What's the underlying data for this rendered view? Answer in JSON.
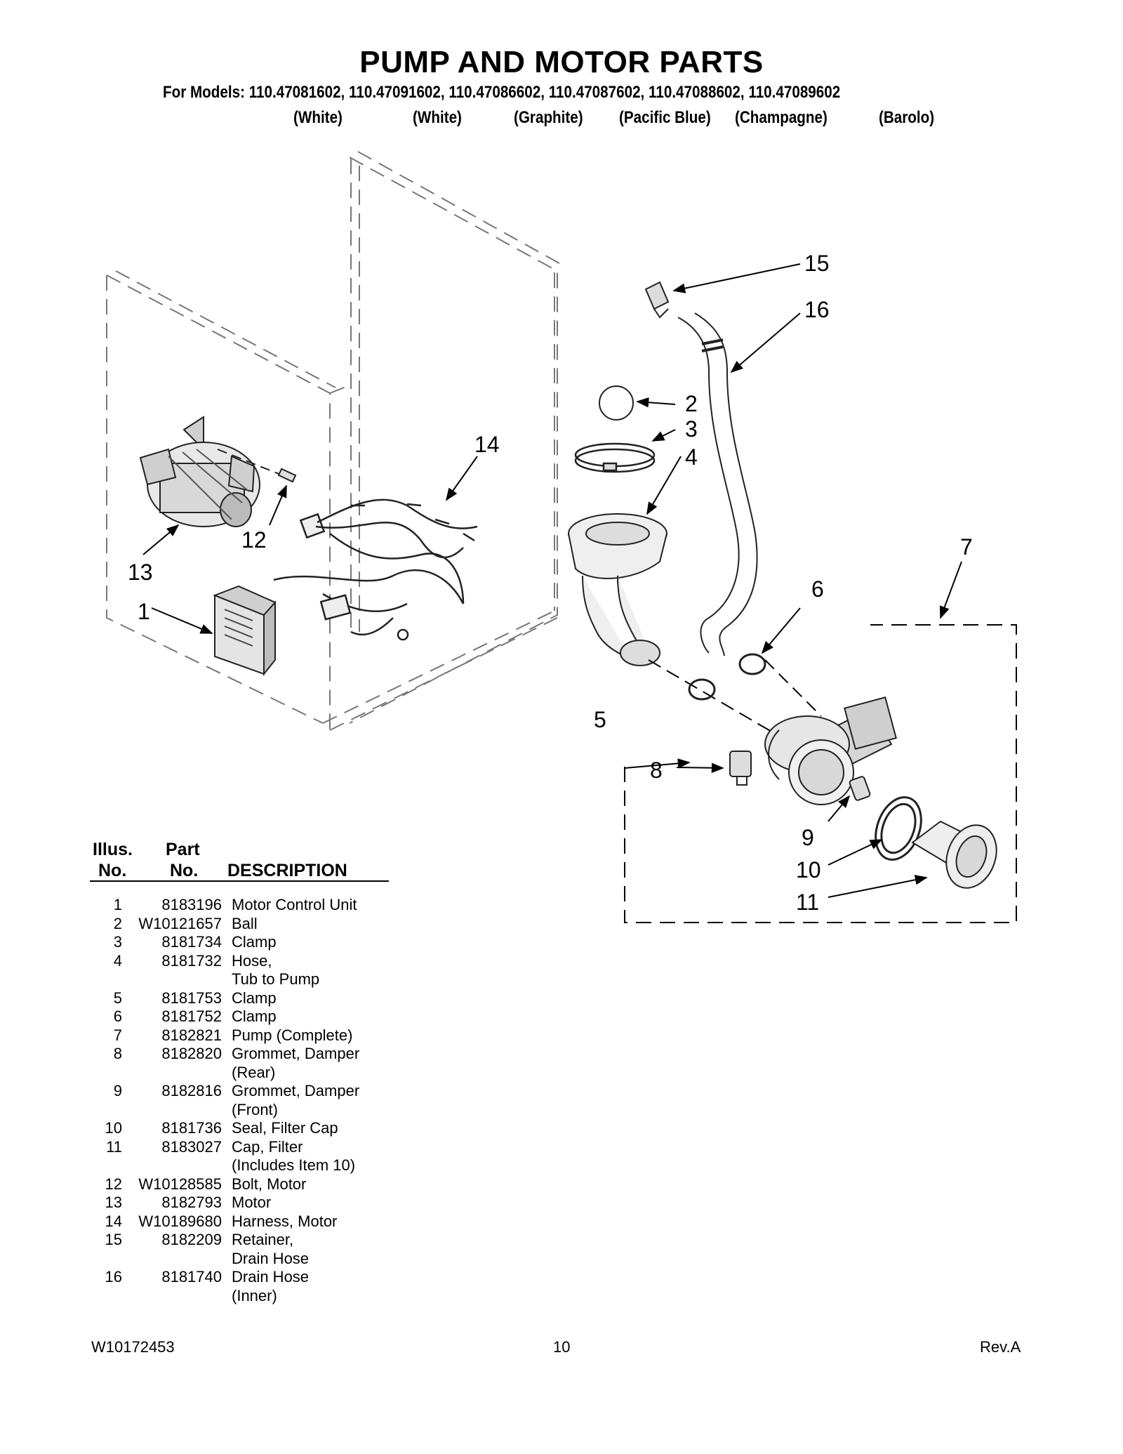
{
  "header": {
    "title": "PUMP AND MOTOR PARTS",
    "models_line": "For Models: 110.47081602, 110.47091602, 110.47086602, 110.47087602, 110.47088602, 110.47089602",
    "colors": [
      "(White)",
      "(White)",
      "(Graphite)",
      "(Pacific Blue)",
      "(Champagne)",
      "(Barolo)"
    ]
  },
  "callouts": [
    "1",
    "2",
    "3",
    "4",
    "5",
    "6",
    "7",
    "8",
    "9",
    "10",
    "11",
    "12",
    "13",
    "14",
    "15",
    "16"
  ],
  "table": {
    "headers": {
      "illus_top": "Illus.",
      "illus_bottom": "No.",
      "part_top": "Part",
      "part_bottom": "No.",
      "description": "DESCRIPTION"
    },
    "rows": [
      {
        "no": "1",
        "part": "8183196",
        "desc": [
          "Motor Control Unit"
        ]
      },
      {
        "no": "2",
        "part": "W10121657",
        "desc": [
          "Ball"
        ]
      },
      {
        "no": "3",
        "part": "8181734",
        "desc": [
          "Clamp"
        ]
      },
      {
        "no": "4",
        "part": "8181732",
        "desc": [
          "Hose,",
          "Tub to Pump"
        ]
      },
      {
        "no": "5",
        "part": "8181753",
        "desc": [
          "Clamp"
        ]
      },
      {
        "no": "6",
        "part": "8181752",
        "desc": [
          "Clamp"
        ]
      },
      {
        "no": "7",
        "part": "8182821",
        "desc": [
          "Pump (Complete)"
        ]
      },
      {
        "no": "8",
        "part": "8182820",
        "desc": [
          "Grommet, Damper",
          "(Rear)"
        ]
      },
      {
        "no": "9",
        "part": "8182816",
        "desc": [
          "Grommet, Damper",
          "(Front)"
        ]
      },
      {
        "no": "10",
        "part": "8181736",
        "desc": [
          "Seal, Filter Cap"
        ]
      },
      {
        "no": "11",
        "part": "8183027",
        "desc": [
          "Cap, Filter",
          "(Includes Item 10)"
        ]
      },
      {
        "no": "12",
        "part": "W10128585",
        "desc": [
          "Bolt, Motor"
        ]
      },
      {
        "no": "13",
        "part": "8182793",
        "desc": [
          "Motor"
        ]
      },
      {
        "no": "14",
        "part": "W10189680",
        "desc": [
          "Harness, Motor"
        ]
      },
      {
        "no": "15",
        "part": "8182209",
        "desc": [
          "Retainer,",
          "Drain Hose"
        ]
      },
      {
        "no": "16",
        "part": "8181740",
        "desc": [
          "Drain Hose",
          "(Inner)"
        ]
      }
    ]
  },
  "footer": {
    "doc_number": "W10172453",
    "page": "10",
    "revision": "Rev.A"
  }
}
